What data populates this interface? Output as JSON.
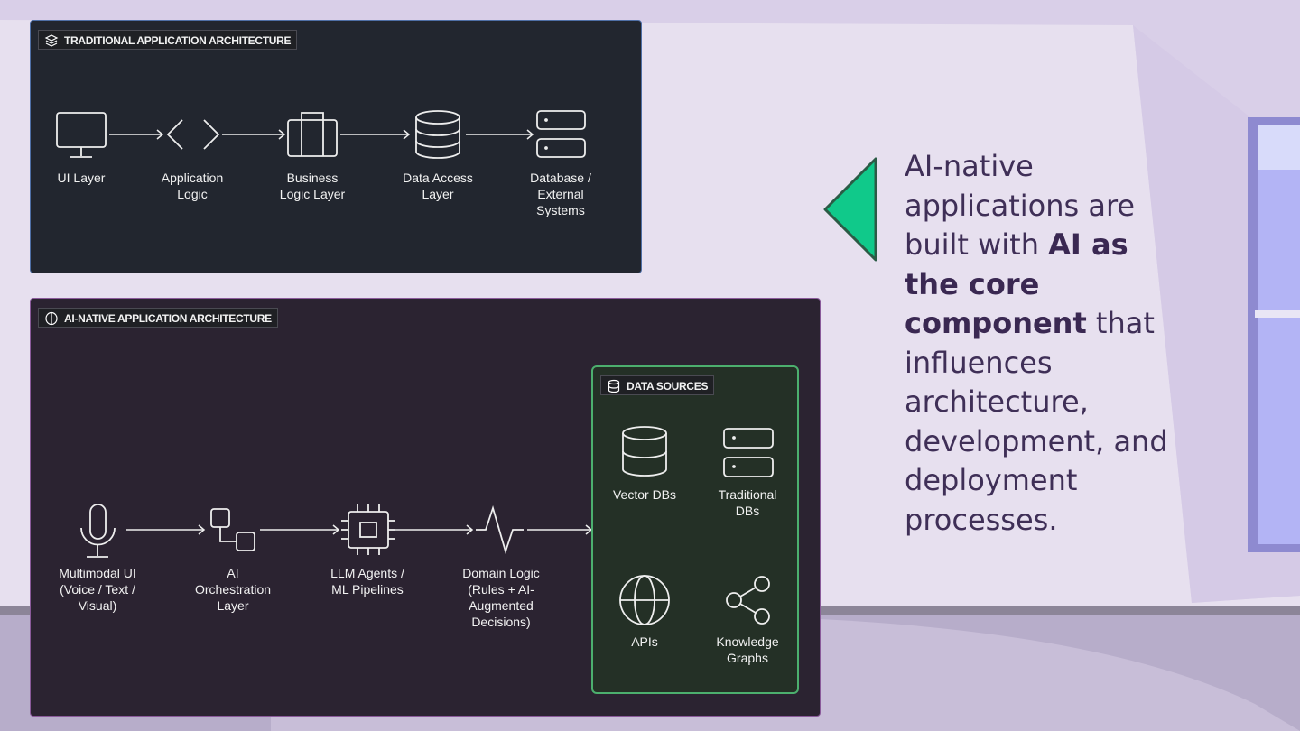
{
  "traditional": {
    "title": "TRADITIONAL APPLICATION ARCHITECTURE",
    "steps": [
      "UI Layer",
      "Application\nLogic",
      "Business\nLogic Layer",
      "Data Access\nLayer",
      "Database /\nExternal\nSystems"
    ]
  },
  "ai_native": {
    "title": "AI-NATIVE APPLICATION ARCHITECTURE",
    "steps": [
      "Multimodal UI\n(Voice / Text /\nVisual)",
      "AI\nOrchestration\nLayer",
      "LLM Agents /\nML Pipelines",
      "Domain Logic\n(Rules + AI-\nAugmented\nDecisions)"
    ],
    "data_sources": {
      "title": "DATA SOURCES",
      "items": [
        "Vector DBs",
        "Traditional\nDBs",
        "APIs",
        "Knowledge\nGraphs"
      ]
    }
  },
  "callout": {
    "text_before": "AI-native applications are built with ",
    "text_bold": "AI as the core component",
    "text_after": " that influences architecture, development, and deployment processes."
  },
  "colors": {
    "accent": "#10c98a",
    "callout_text": "#3f2f57"
  }
}
